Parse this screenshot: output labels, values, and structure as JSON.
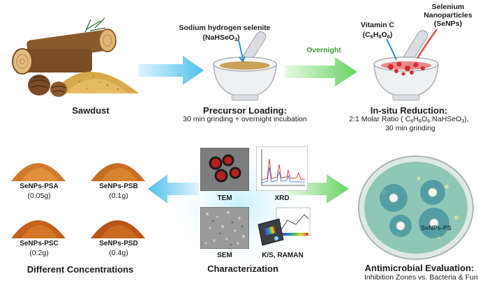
{
  "colors": {
    "sawdust": "#d8a94c",
    "wood": "#a86a34",
    "arrow_blue": "#4fc4f0",
    "arrow_green": "#6fd86a",
    "red_np": "#d82a2a",
    "orange_powder": "#d07a2a",
    "petri_teal": "#6ec2b0"
  },
  "icons": [
    "logs-illustration",
    "pinecone-icon",
    "sawdust-pile",
    "mortar-pestle-icon",
    "arrow-right-icon",
    "arrow-left-icon",
    "powder-pile",
    "tem-image",
    "xrd-chart-icon",
    "sem-image",
    "spectrometer-icon",
    "petri-dish-icon"
  ],
  "top": {
    "sawdust": {
      "caption": "Sawdust"
    },
    "precursor": {
      "reagent_name": "Sodium hydrogen selenite",
      "reagent_formula_open": "(NaHSeO",
      "reagent_formula_sub": "3",
      "reagent_formula_close": ")",
      "caption": "Precursor Loading:",
      "detail": "30 min grinding + overnight incubation"
    },
    "overnight_label": "Overnight",
    "reduction": {
      "vitamin_name": "Vitamin C",
      "vit_open": "(C",
      "vit_s1": "6",
      "vit_h": "H",
      "vit_s2": "8",
      "vit_o": "O",
      "vit_s3": "6",
      "vit_close": ")",
      "np_line1": "Selenium",
      "np_line2": "Nanoparticles",
      "np_line3": "(SeNPs)",
      "caption": "In-situ Reduction:",
      "ratio_start": "2:1 Molar Ratio ( C",
      "ratio_s1": "6",
      "ratio_h": "H",
      "ratio_s2": "8",
      "ratio_o": "O",
      "ratio_s3": "6",
      "ratio_mid": ":NaHSeO",
      "ratio_s4": "3",
      "ratio_end": "),",
      "detail2": "30 min grinding"
    }
  },
  "bottom": {
    "samples": [
      {
        "name": "SeNPs-PSA",
        "mass": "(0.05g)"
      },
      {
        "name": "SeNPs-PSB",
        "mass": "(0.1g)"
      },
      {
        "name": "SeNPs-PSC",
        "mass": "(0.2g)"
      },
      {
        "name": "SeNPs-PSD",
        "mass": "(0.4g)"
      }
    ],
    "concentrations_caption": "Different Concentrations",
    "characterization": {
      "tem": "TEM",
      "xrd": "XRD",
      "sem": "SEM",
      "ks_raman": "K/S, RAMAN",
      "caption": "Characterization"
    },
    "antimicrobial": {
      "dish_label": "SeNPs-PS",
      "caption": "Antimicrobial Evaluation:",
      "detail": "Inhibition Zones vs. Bacteria & Fungi"
    }
  }
}
